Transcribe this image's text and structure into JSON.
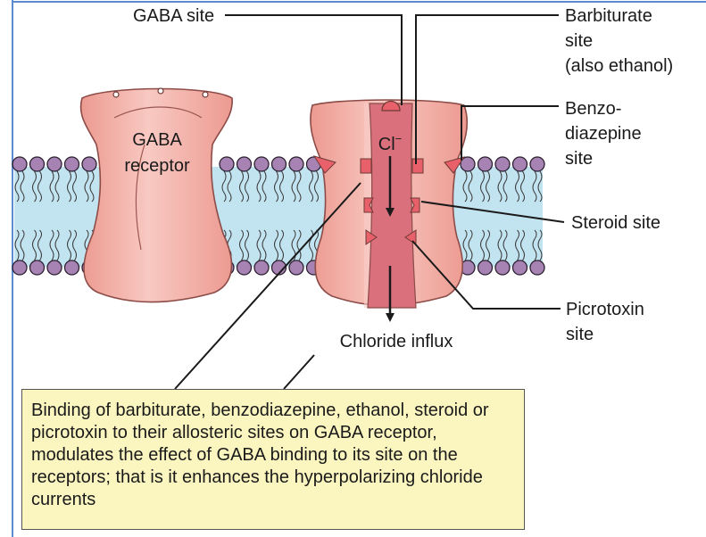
{
  "labels": {
    "gaba_site": "GABA site",
    "barbiturate_line1": "Barbiturate",
    "barbiturate_line2": "site",
    "barbiturate_line3": "(also ethanol)",
    "benzo_line1": "Benzo-",
    "benzo_line2": "diazepine",
    "benzo_line3": "site",
    "steroid_site": "Steroid site",
    "picrotoxin_line1": "Picrotoxin",
    "picrotoxin_line2": "site",
    "receptor_line1": "GABA",
    "receptor_line2": "receptor",
    "ion": "Cl",
    "ion_charge": "−",
    "chloride_influx": "Chloride influx"
  },
  "callout": {
    "text": "Binding of barbiturate, benzodiazepine, ethanol, steroid or picrotoxin to their allosteric sites on GABA receptor, modulates the effect of GABA binding to its site on the receptors; that is it enhances the hyperpolarizing chloride currents"
  },
  "colors": {
    "membrane_band": "#c2e3f0",
    "lipid_head": "#a783b4",
    "protein_fill": "#f1a9a0",
    "protein_highlight": "#f8cdc7",
    "channel_pore": "#d9707c",
    "binding_site": "#e8606a",
    "callout_fill": "#fbf6c0",
    "frame_border": "#5b8bd0"
  },
  "icons": [
    "phospholipid-head-icon",
    "arrow-down-icon",
    "binding-site-icon"
  ]
}
